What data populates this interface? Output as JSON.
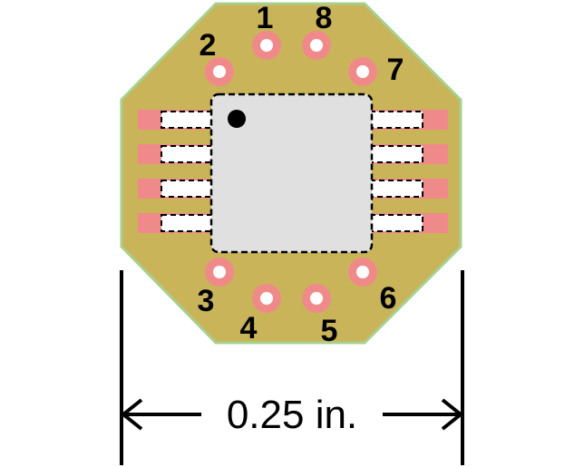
{
  "diagram": {
    "pin_labels": [
      "1",
      "2",
      "3",
      "4",
      "5",
      "6",
      "7",
      "8"
    ],
    "dimension_label": "0.25 in.",
    "colors": {
      "board": "#c9b45a",
      "board_outline": "#a8d08d",
      "pad": "#f08a8a",
      "via_ring": "#f08a8a",
      "via_hole": "#ffffff",
      "chip_body": "#e0e0e0",
      "outline_dash": "#000000"
    }
  }
}
